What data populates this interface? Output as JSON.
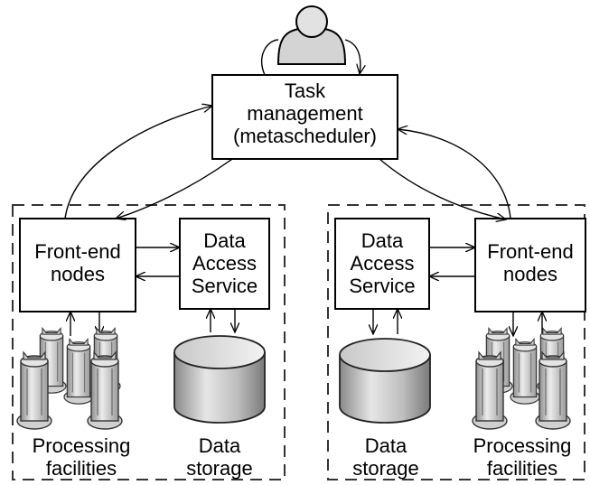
{
  "task_management": {
    "line1": "Task",
    "line2": "management",
    "line3": "(metascheduler)"
  },
  "left_cluster": {
    "front_end": {
      "line1": "Front-end",
      "line2": "nodes"
    },
    "data_access": {
      "line1": "Data",
      "line2": "Access",
      "line3": "Service"
    },
    "processing": {
      "line1": "Processing",
      "line2": "facilities"
    },
    "storage": {
      "line1": "Data",
      "line2": "storage"
    }
  },
  "right_cluster": {
    "data_access": {
      "line1": "Data",
      "line2": "Access",
      "line3": "Service"
    },
    "front_end": {
      "line1": "Front-end",
      "line2": "nodes"
    },
    "storage": {
      "line1": "Data",
      "line2": "storage"
    },
    "processing": {
      "line1": "Processing",
      "line2": "facilities"
    }
  },
  "icons": [
    "user-icon",
    "server-rack-icon",
    "database-cylinder-icon"
  ]
}
